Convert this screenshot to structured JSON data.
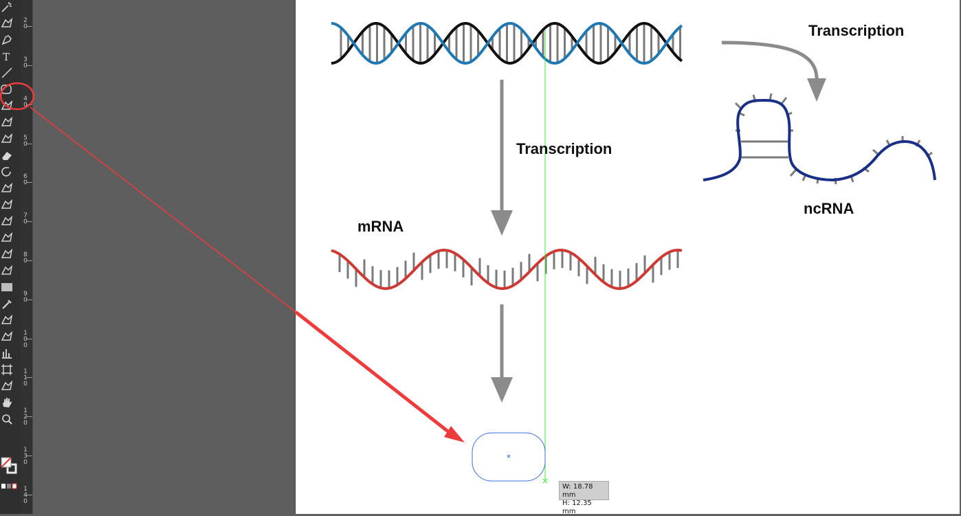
{
  "ruler": {
    "numbers": [
      "20",
      "30",
      "40",
      "50",
      "60",
      "70",
      "80",
      "90",
      "100",
      "110",
      "120",
      "130",
      "140"
    ]
  },
  "tools": [
    {
      "name": "magic-wand-icon"
    },
    {
      "name": "lasso-icon"
    },
    {
      "name": "pen-icon"
    },
    {
      "name": "type-icon",
      "glyph": "T"
    },
    {
      "name": "line-segment-icon"
    },
    {
      "name": "rounded-rectangle-icon"
    },
    {
      "name": "paintbrush-icon"
    },
    {
      "name": "pencil-icon"
    },
    {
      "name": "shaper-icon"
    },
    {
      "name": "eraser-icon"
    },
    {
      "name": "rotate-icon"
    },
    {
      "name": "scale-icon"
    },
    {
      "name": "puppet-warp-icon"
    },
    {
      "name": "free-transform-icon"
    },
    {
      "name": "shape-builder-icon"
    },
    {
      "name": "perspective-grid-icon"
    },
    {
      "name": "mesh-icon"
    },
    {
      "name": "gradient-icon"
    },
    {
      "name": "eyedropper-icon"
    },
    {
      "name": "blend-icon"
    },
    {
      "name": "symbol-sprayer-icon"
    },
    {
      "name": "column-graph-icon"
    },
    {
      "name": "artboard-icon"
    },
    {
      "name": "slice-icon"
    },
    {
      "name": "hand-icon"
    },
    {
      "name": "zoom-icon"
    }
  ],
  "colors": {
    "dna_blue": "#1f78b4",
    "dna_black": "#111111",
    "rungs": "#7a7a7a",
    "mrna_red": "#cc3a33",
    "ncrna_navy": "#1a2f86",
    "arrow_gray": "#8b8b8b",
    "annotation_red": "#ee3b3b",
    "guide_green": "#3ee83e",
    "shape_blue": "#3a6fd8"
  },
  "labels": {
    "transcription_main": "Transcription",
    "transcription_right": "Transcription",
    "mrna": "mRNA",
    "ncrna": "ncRNA"
  },
  "tooltip": {
    "width": "W: 18.78 mm",
    "height": "H: 12.35 mm"
  }
}
